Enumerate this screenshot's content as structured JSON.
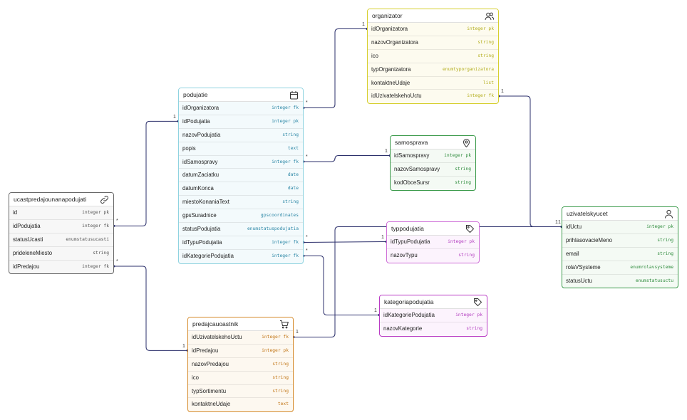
{
  "entities": {
    "organizator": {
      "title": "organizator",
      "icon": "users-icon",
      "border": "#d6cf2e",
      "tint": "#fdfbef",
      "type_color": "#b3ad1c",
      "rows": [
        {
          "name": "idOrganizatora",
          "type": "integer pk"
        },
        {
          "name": "nazovOrganizatora",
          "type": "string"
        },
        {
          "name": "ico",
          "type": "string"
        },
        {
          "name": "typOrganizatora",
          "type": "enumtyporganizatora"
        },
        {
          "name": "kontaktneUdaje",
          "type": "list"
        },
        {
          "name": "idUzivatelskehoUctu",
          "type": "integer fk"
        }
      ]
    },
    "podujatie": {
      "title": "podujatie",
      "icon": "calendar-icon",
      "border": "#8fd3e0",
      "tint": "#f3fafc",
      "type_color": "#2a86a5",
      "rows": [
        {
          "name": "idOrganizatora",
          "type": "integer fk"
        },
        {
          "name": "idPodujatia",
          "type": "integer pk"
        },
        {
          "name": "nazovPodujatia",
          "type": "string"
        },
        {
          "name": "popis",
          "type": "text"
        },
        {
          "name": "idSamospravy",
          "type": "integer fk"
        },
        {
          "name": "datumZaciatku",
          "type": "date"
        },
        {
          "name": "datumKonca",
          "type": "date"
        },
        {
          "name": "miestoKonaniaText",
          "type": "string"
        },
        {
          "name": "gpsSuradnice",
          "type": "gpscoordinates"
        },
        {
          "name": "statusPodujatia",
          "type": "enumstatuspodujatia"
        },
        {
          "name": "idTypuPodujatia",
          "type": "integer fk"
        },
        {
          "name": "idKategoriePodujatia",
          "type": "integer fk"
        }
      ]
    },
    "samosprava": {
      "title": "samosprava",
      "icon": "map-pin-icon",
      "border": "#3a9a4a",
      "tint": "#f4faf4",
      "type_color": "#2e8b3c",
      "rows": [
        {
          "name": "idSamospravy",
          "type": "integer pk"
        },
        {
          "name": "nazovSamospravy",
          "type": "string"
        },
        {
          "name": "kodObceSursr",
          "type": "string"
        }
      ]
    },
    "ucastpredajounanapodujati": {
      "title": "ucastpredajounanapodujati",
      "icon": "link-icon",
      "border": "#666666",
      "tint": "#f7f7f7",
      "type_color": "#555555",
      "rows": [
        {
          "name": "id",
          "type": "integer pk"
        },
        {
          "name": "idPodujatia",
          "type": "integer fk"
        },
        {
          "name": "statusUcasti",
          "type": "enumstatusucasti"
        },
        {
          "name": "prideleneMiesto",
          "type": "string"
        },
        {
          "name": "idPredajou",
          "type": "integer fk"
        }
      ]
    },
    "typpodujatia": {
      "title": "typpodujatia",
      "icon": "tag-icon",
      "border": "#cf6fd8",
      "tint": "#fcf3fd",
      "type_color": "#b23cbf",
      "rows": [
        {
          "name": "idTypuPodujatia",
          "type": "integer pk"
        },
        {
          "name": "nazovTypu",
          "type": "string"
        }
      ]
    },
    "uzivatelskyucet": {
      "title": "uzivatelskyucet",
      "icon": "user-icon",
      "border": "#3a9a4a",
      "tint": "#f4faf4",
      "type_color": "#2e8b3c",
      "rows": [
        {
          "name": "idUctu",
          "type": "integer pk"
        },
        {
          "name": "prihlasovacieMeno",
          "type": "string"
        },
        {
          "name": "email",
          "type": "string"
        },
        {
          "name": "rolaVSysteme",
          "type": "enumrolavsysteme"
        },
        {
          "name": "statusUctu",
          "type": "enumstatusuctu"
        }
      ]
    },
    "kategoriapodujatia": {
      "title": "kategoriapodujatia",
      "icon": "tag-icon",
      "border": "#b93ac4",
      "tint": "#fcf3fd",
      "type_color": "#b23cbf",
      "rows": [
        {
          "name": "idKategoriePodujatia",
          "type": "integer pk"
        },
        {
          "name": "nazovKategorie",
          "type": "string"
        }
      ]
    },
    "predajcauoastnik": {
      "title": "predajcauoastnik",
      "icon": "cart-icon",
      "border": "#d58a2a",
      "tint": "#fdf8f0",
      "type_color": "#c17414",
      "rows": [
        {
          "name": "idUzivatelskehoUctu",
          "type": "integer fk"
        },
        {
          "name": "idPredajou",
          "type": "integer pk"
        },
        {
          "name": "nazovPredajou",
          "type": "string"
        },
        {
          "name": "ico",
          "type": "string"
        },
        {
          "name": "typSortimentu",
          "type": "string"
        },
        {
          "name": "kontaktneUdaje",
          "type": "text"
        }
      ]
    }
  },
  "relationships": [
    {
      "from": "podujatie.idOrganizatora",
      "from_card": "*",
      "to": "organizator.idOrganizatora",
      "to_card": "1"
    },
    {
      "from": "podujatie.idSamospravy",
      "from_card": "*",
      "to": "samosprava.idSamospravy",
      "to_card": "1"
    },
    {
      "from": "podujatie.idTypuPodujatia",
      "from_card": "*",
      "to": "typpodujatia.idTypuPodujatia",
      "to_card": "1"
    },
    {
      "from": "podujatie.idKategoriePodujatia",
      "from_card": "*",
      "to": "kategoriapodujatia.idKategoriePodujatia",
      "to_card": "1"
    },
    {
      "from": "ucastpredajounanapodujati.idPodujatia",
      "from_card": "*",
      "to": "podujatie.idPodujatia",
      "to_card": "1"
    },
    {
      "from": "ucastpredajounanapodujati.idPredajou",
      "from_card": "*",
      "to": "predajcauoastnik.idPredajou",
      "to_card": "1"
    },
    {
      "from": "organizator.idUzivatelskehoUctu",
      "from_card": "1",
      "to": "uzivatelskyucet.idUctu",
      "to_card": "1"
    },
    {
      "from": "predajcauoastnik.idUzivatelskehoUctu",
      "from_card": "1",
      "to": "uzivatelskyucet.idUctu",
      "to_card": "1"
    }
  ]
}
